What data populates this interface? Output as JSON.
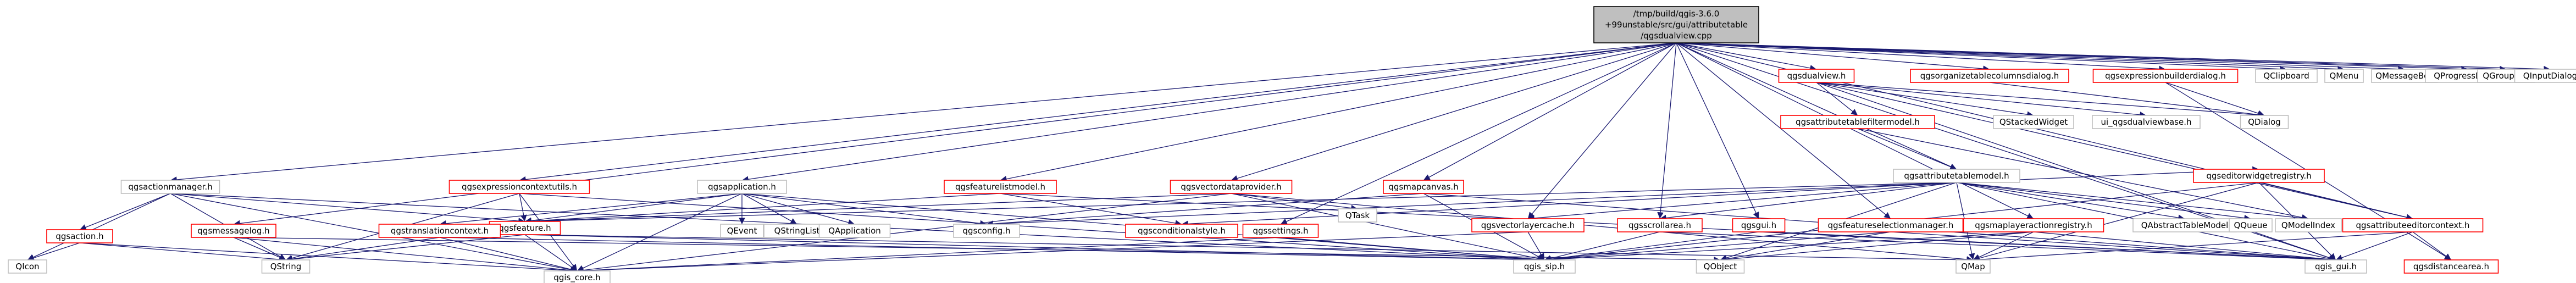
{
  "root": {
    "lines": [
      "/tmp/build/qgis-3.6.0",
      "+99unstable/src/gui/attributetable",
      "/qgsdualview.cpp"
    ]
  },
  "nodes": {
    "qgsactionmanager": "qgsactionmanager.h",
    "qgsexpressioncontextutils": "qgsexpressioncontextutils.h",
    "qgsapplication": "qgsapplication.h",
    "qgsfeaturelistmodel": "qgsfeaturelistmodel.h",
    "qgsvectordataprovider": "qgsvectordataprovider.h",
    "qgsmapcanvas": "qgsmapcanvas.h",
    "qgsdualview": "qgsdualview.h",
    "qgsorganizetablecolumnsdialog": "qgsorganizetablecolumnsdialog.h",
    "qgsexpressionbuilderdialog": "qgsexpressionbuilderdialog.h",
    "QClipboard": "QClipboard",
    "QMenu": "QMenu",
    "QMessageBox": "QMessageBox",
    "QProgressDialog": "QProgressDialog",
    "QGroupBox": "QGroupBox",
    "QInputDialog": "QInputDialog",
    "qgsattributetablefiltermodel": "qgsattributetablefiltermodel.h",
    "QStackedWidget": "QStackedWidget",
    "ui_qgsdualviewbase": "ui_qgsdualviewbase.h",
    "QDialog": "QDialog",
    "qgsattributetablemodel": "qgsattributetablemodel.h",
    "qgseditorwidgetregistry": "qgseditorwidgetregistry.h",
    "qgsaction": "qgsaction.h",
    "qgsmessagelog": "qgsmessagelog.h",
    "qgsfeature": "qgsfeature.h",
    "qgstranslationcontext": "qgstranslationcontext.h",
    "QEvent": "QEvent",
    "QStringList": "QStringList",
    "QApplication": "QApplication",
    "qgsconfig": "qgsconfig.h",
    "qgsconditionalstyle": "qgsconditionalstyle.h",
    "qgssettings": "qgssettings.h",
    "QTask": "QTask",
    "qgsvectorlayercache": "qgsvectorlayercache.h",
    "qgsscrollarea": "qgsscrollarea.h",
    "qgsgui": "qgsgui.h",
    "qgsfeatureselectionmanager": "qgsfeatureselectionmanager.h",
    "qgsmaplayeractionregistry": "qgsmaplayeractionregistry.h",
    "QAbstractTableModel": "QAbstractTableModel",
    "QQueue": "QQueue",
    "QModelIndex": "QModelIndex",
    "qgsattributeeditorcontext": "qgsattributeeditorcontext.h",
    "QIcon": "QIcon",
    "QString": "QString",
    "qgis_sip": "qgis_sip.h",
    "QObject": "QObject",
    "QMap": "QMap",
    "qgis_gui": "qgis_gui.h",
    "qgsdistancearea": "qgsdistancearea.h",
    "qgis_core": "qgis_core.h"
  }
}
